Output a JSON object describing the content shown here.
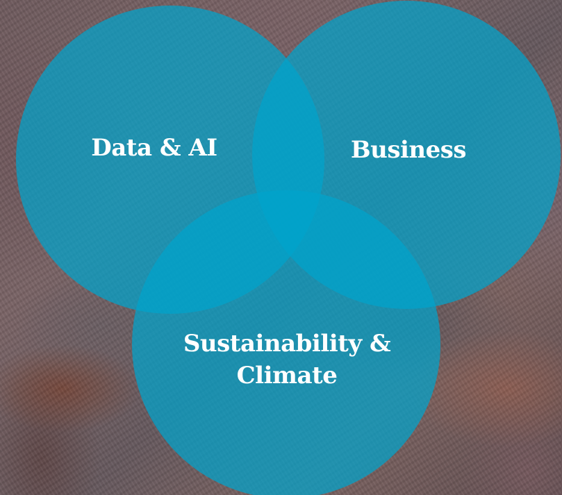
{
  "diagram": {
    "type": "venn",
    "circles": [
      {
        "id": "a",
        "label_lines": [
          "Data & AI"
        ]
      },
      {
        "id": "b",
        "label_lines": [
          "Business"
        ]
      },
      {
        "id": "c",
        "label_lines": [
          "Sustainability &",
          "Climate"
        ]
      }
    ],
    "colors": {
      "circle_fill": "#00a3cc",
      "text": "#ffffff"
    }
  }
}
